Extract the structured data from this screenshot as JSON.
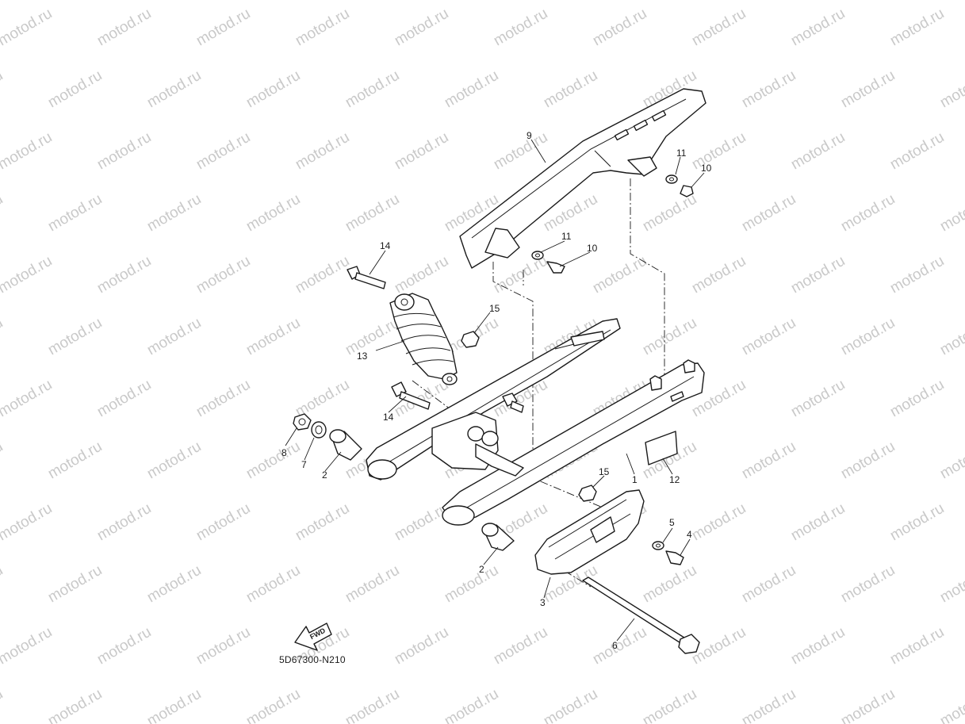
{
  "watermark": {
    "text": "motod.ru",
    "color": "#c9c9c9"
  },
  "diagram_code": "5D67300-N210",
  "fwd_label": "FWD",
  "callouts": [
    {
      "id": "9",
      "part": "chain-case"
    },
    {
      "id": "11",
      "part": "washer"
    },
    {
      "id": "10",
      "part": "bolt"
    },
    {
      "id": "11",
      "part": "washer"
    },
    {
      "id": "10",
      "part": "bolt"
    },
    {
      "id": "14",
      "part": "shock-bolt"
    },
    {
      "id": "15",
      "part": "nut"
    },
    {
      "id": "13",
      "part": "rear-shock-absorber"
    },
    {
      "id": "14",
      "part": "shock-bolt"
    },
    {
      "id": "8",
      "part": "nut"
    },
    {
      "id": "7",
      "part": "washer"
    },
    {
      "id": "2",
      "part": "collar"
    },
    {
      "id": "15",
      "part": "nut"
    },
    {
      "id": "1",
      "part": "swingarm"
    },
    {
      "id": "12",
      "part": "label"
    },
    {
      "id": "5",
      "part": "washer"
    },
    {
      "id": "4",
      "part": "bolt"
    },
    {
      "id": "2",
      "part": "collar"
    },
    {
      "id": "3",
      "part": "chain-guide"
    },
    {
      "id": "6",
      "part": "pivot-shaft"
    }
  ]
}
